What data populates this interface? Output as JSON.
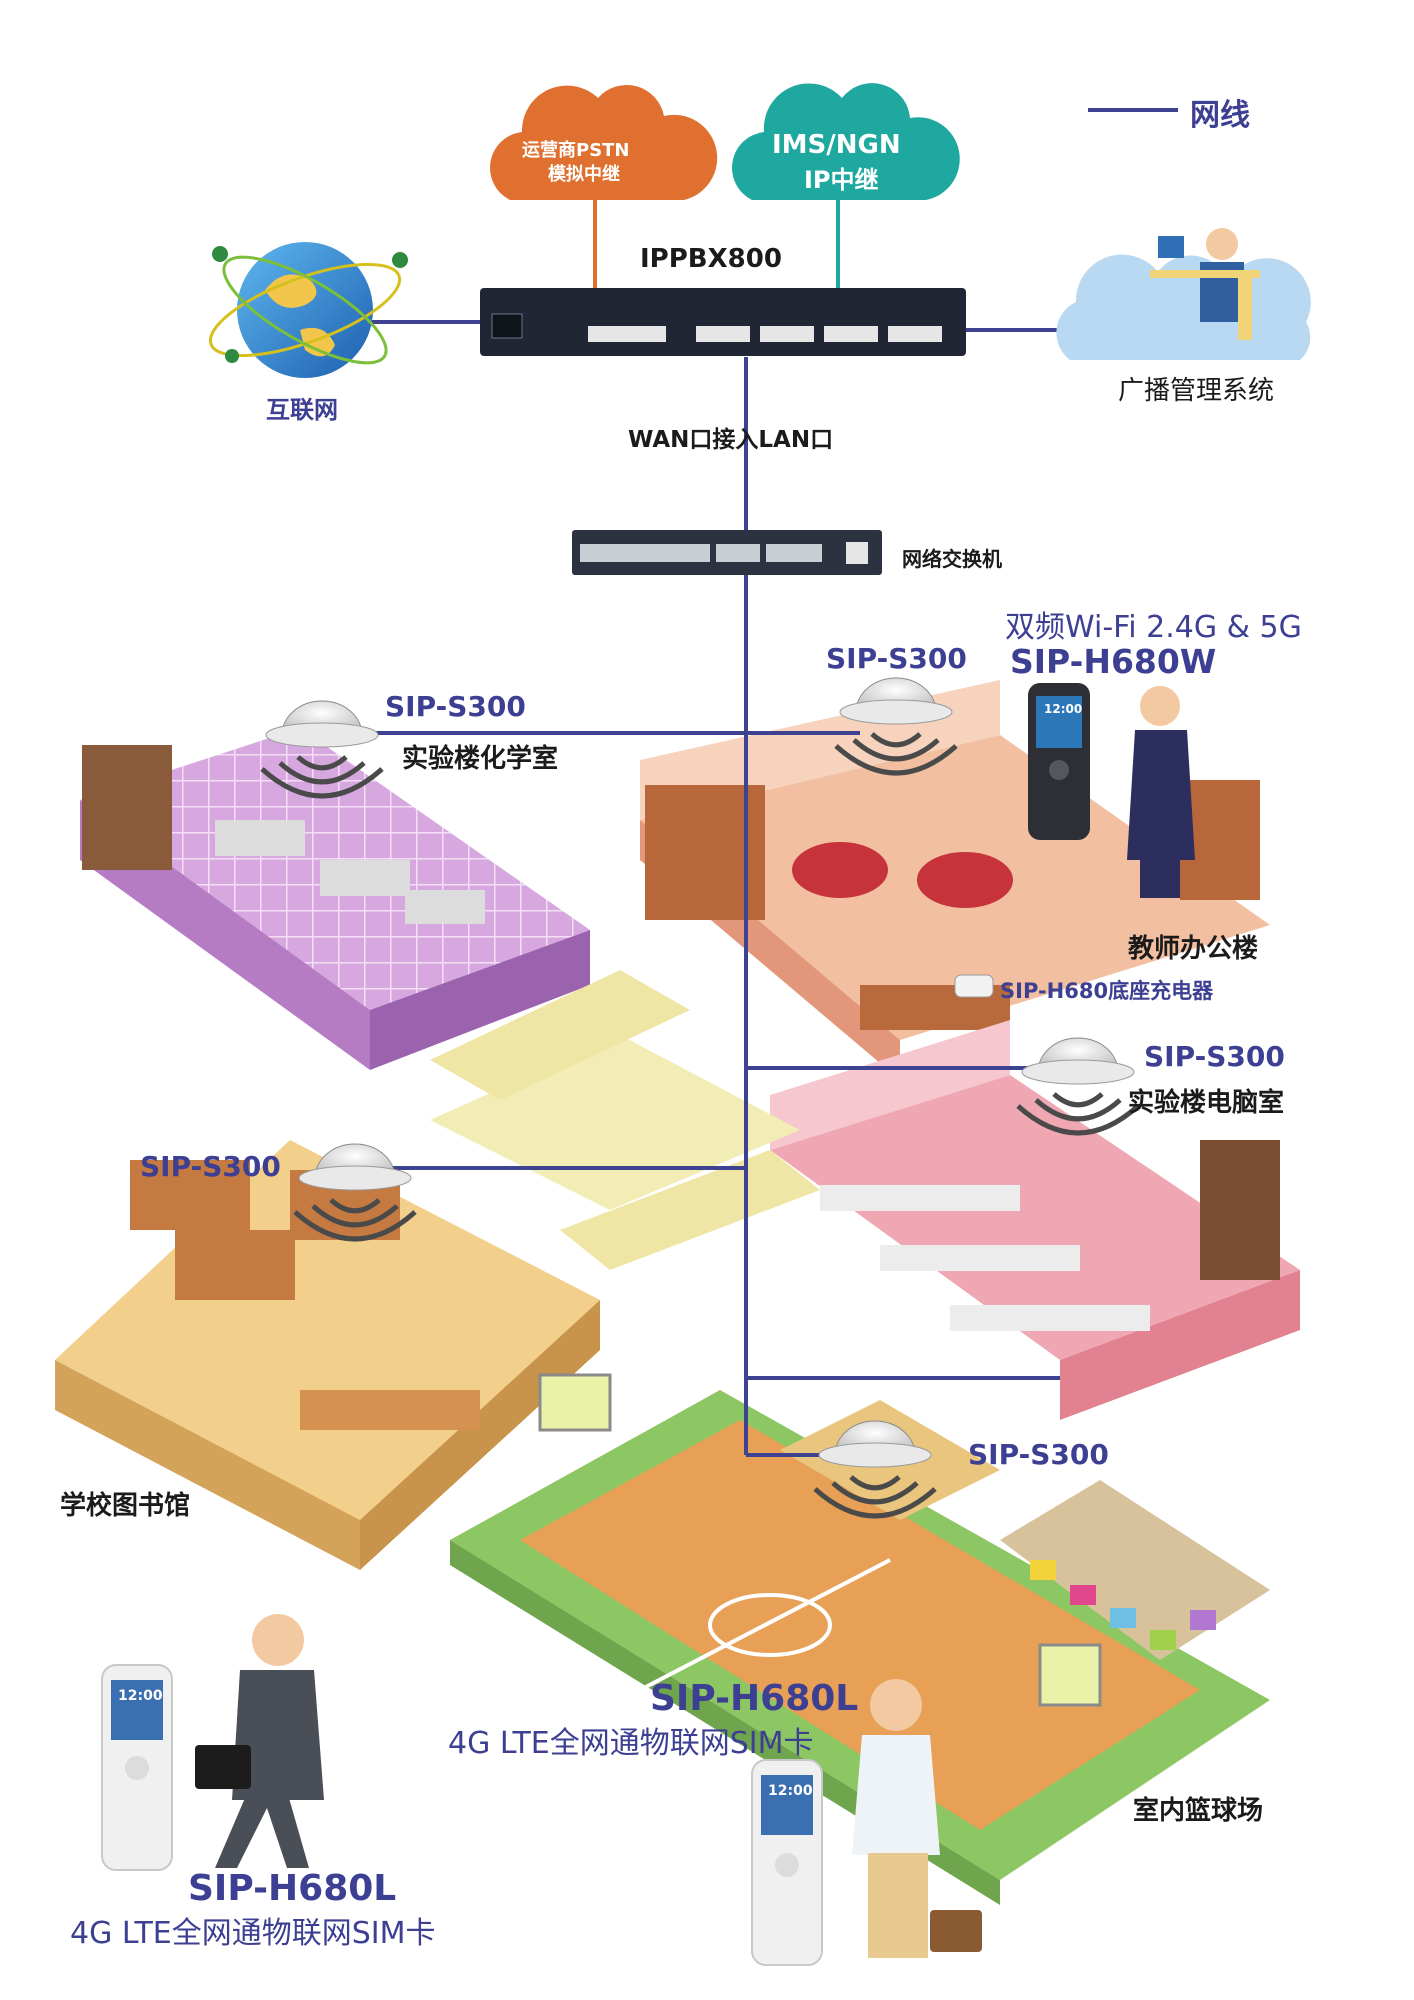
{
  "legend": {
    "line_label": "网线",
    "line_color": "#3d4390"
  },
  "colors": {
    "wire": "#3d4390",
    "link_orange": "#e0702f",
    "link_teal": "#1fa8a0",
    "text_blue": "#3d3f92"
  },
  "top": {
    "cloud_pstn": {
      "line1": "运营商PSTN",
      "line2": "模拟中继"
    },
    "cloud_ims": {
      "line1": "IMS/NGN",
      "line2": "IP中继"
    },
    "pbx_label": "IPPBX800",
    "internet_label": "互联网",
    "broadcast_label": "广播管理系统",
    "wan_label": "WAN口接入LAN口",
    "switch_label": "网络交换机"
  },
  "devices": {
    "wifi_info": "双频Wi-Fi 2.4G & 5G",
    "h680w_model": "SIP-H680W",
    "charger_label": "SIP-H680底座充电器",
    "h680l_center_model": "SIP-H680L",
    "h680l_center_desc": "4G LTE全网通物联网SIM卡",
    "h680l_left_model": "SIP-H680L",
    "h680l_left_desc": "4G LTE全网通物联网SIM卡",
    "phone_time": "12:00"
  },
  "speakers": [
    {
      "model": "SIP-S300",
      "location": "实验楼化学室"
    },
    {
      "model": "SIP-S300",
      "location": ""
    },
    {
      "model": "SIP-S300",
      "location": "实验楼电脑室"
    },
    {
      "model": "SIP-S300",
      "location": ""
    },
    {
      "model": "SIP-S300",
      "location": ""
    }
  ],
  "areas": {
    "teacher_office": "教师办公楼",
    "library": "学校图书馆",
    "basketball": "室内篮球场"
  },
  "icons": [
    "globe-icon",
    "cloud-icon",
    "pbx-device-icon",
    "switch-device-icon",
    "ceiling-speaker-icon",
    "wifi-waves-icon",
    "cordless-phone-icon",
    "person-icon",
    "desk-icon"
  ]
}
